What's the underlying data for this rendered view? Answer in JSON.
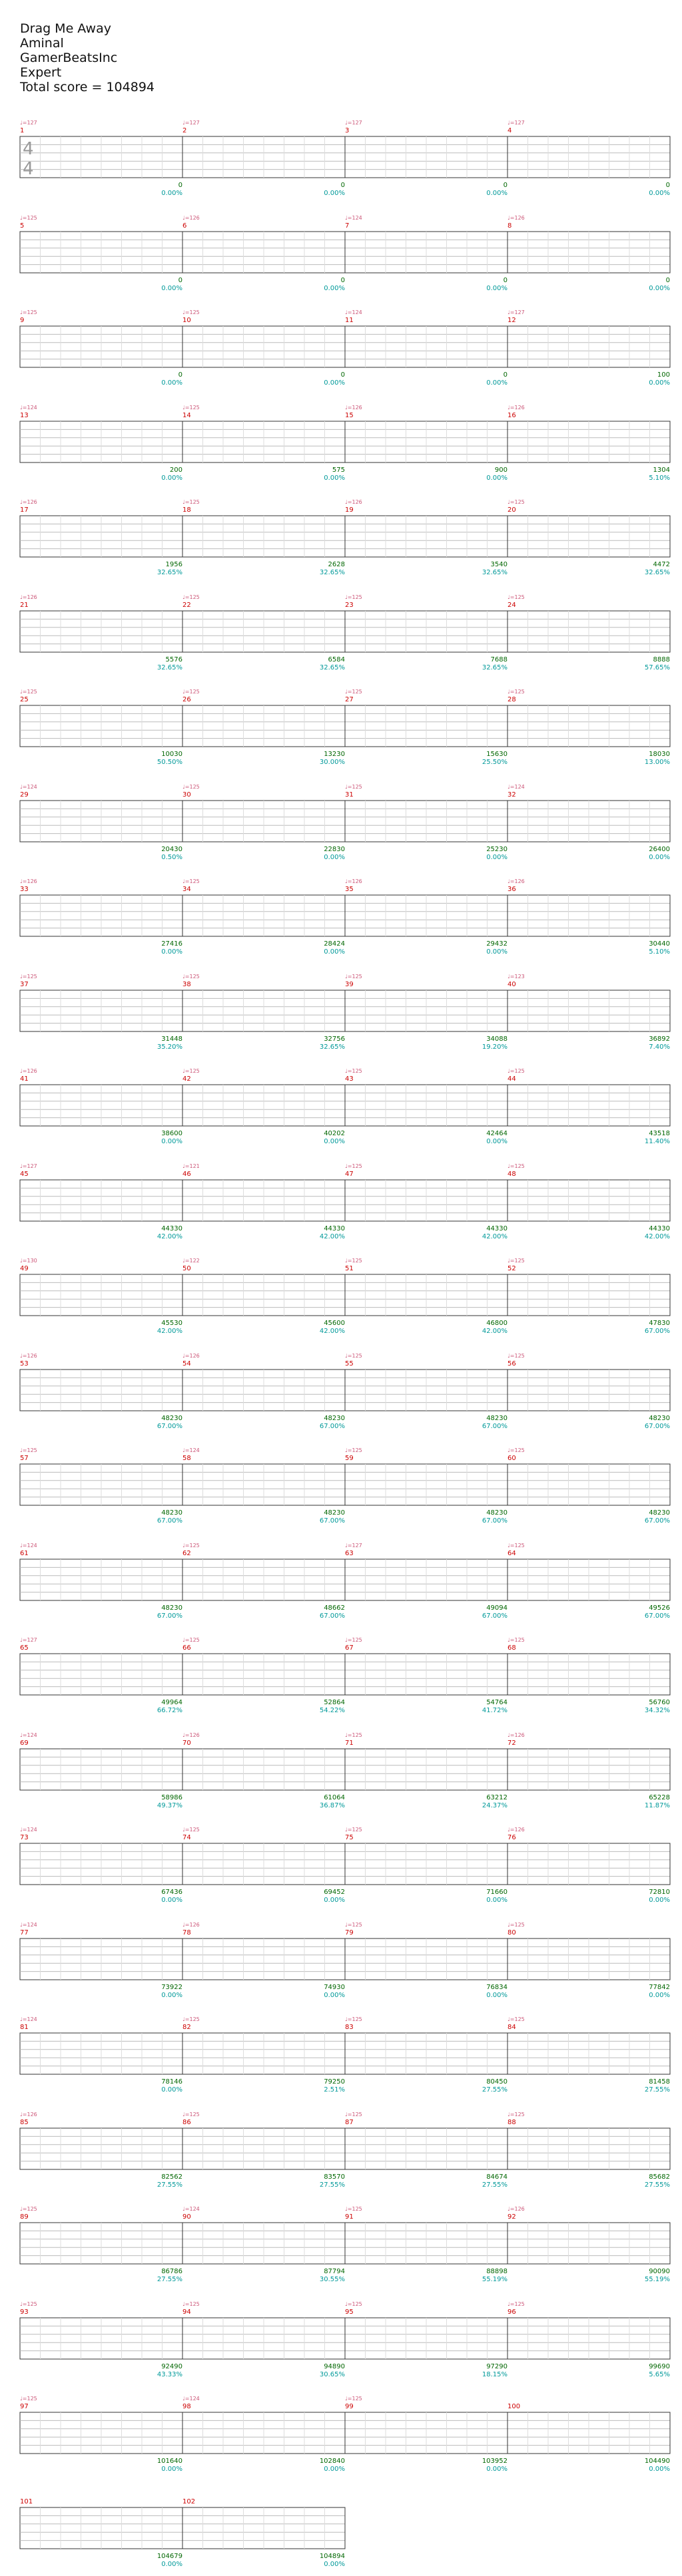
{
  "song": {
    "title": "Drag Me Away",
    "artist": "Aminal",
    "charter": "GamerBeatsInc",
    "difficulty": "Expert",
    "total_score_label": "Total score = 104894"
  },
  "colors": {
    "green_fret": "#22cc22",
    "red_fret": "#dd1111",
    "yellow_fret": "#eeee00",
    "blue_fret": "#1111dd",
    "orange_fret": "#ff9900",
    "star_power": "#88ee88",
    "solo": "#8888ee",
    "measure_number": "#cc0000",
    "tempo": "#cc5577",
    "score": "#006600",
    "percent": "#009999"
  },
  "chart_data": {
    "type": "table",
    "time_signature": "4/4",
    "measures": [
      {
        "n": "1",
        "tempo": "♩=127",
        "score": "0",
        "pct": "0.00%"
      },
      {
        "n": "2",
        "tempo": "♩=127",
        "score": "0",
        "pct": "0.00%"
      },
      {
        "n": "3",
        "tempo": "♩=127",
        "score": "0",
        "pct": "0.00%"
      },
      {
        "n": "4",
        "tempo": "♩=127",
        "score": "0",
        "pct": "0.00%"
      },
      {
        "n": "5",
        "tempo": "♩=125",
        "score": "0",
        "pct": "0.00%"
      },
      {
        "n": "6",
        "tempo": "♩=126",
        "score": "0",
        "pct": "0.00%"
      },
      {
        "n": "7",
        "tempo": "♩=124",
        "score": "0",
        "pct": "0.00%"
      },
      {
        "n": "8",
        "tempo": "♩=126",
        "score": "0",
        "pct": "0.00%"
      },
      {
        "n": "9",
        "tempo": "♩=125",
        "score": "0",
        "pct": "0.00%"
      },
      {
        "n": "10",
        "tempo": "♩=125",
        "score": "0",
        "pct": "0.00%"
      },
      {
        "n": "11",
        "tempo": "♩=124",
        "score": "0",
        "pct": "0.00%"
      },
      {
        "n": "12",
        "tempo": "♩=127",
        "score": "100",
        "pct": "0.00%"
      },
      {
        "n": "13",
        "tempo": "♩=124",
        "score": "200",
        "pct": "0.00%"
      },
      {
        "n": "14",
        "tempo": "♩=125",
        "score": "575",
        "pct": "0.00%"
      },
      {
        "n": "15",
        "tempo": "♩=126",
        "score": "900",
        "pct": "0.00%"
      },
      {
        "n": "16",
        "tempo": "♩=126",
        "score": "1304",
        "pct": "5.10%"
      },
      {
        "n": "17",
        "tempo": "♩=126",
        "score": "1956",
        "pct": "32.65%"
      },
      {
        "n": "18",
        "tempo": "♩=125",
        "score": "2628",
        "pct": "32.65%"
      },
      {
        "n": "19",
        "tempo": "♩=126",
        "score": "3540",
        "pct": "32.65%"
      },
      {
        "n": "20",
        "tempo": "♩=125",
        "score": "4472",
        "pct": "32.65%"
      },
      {
        "n": "21",
        "tempo": "♩=126",
        "score": "5576",
        "pct": "32.65%"
      },
      {
        "n": "22",
        "tempo": "♩=125",
        "score": "6584",
        "pct": "32.65%"
      },
      {
        "n": "23",
        "tempo": "♩=125",
        "score": "7688",
        "pct": "32.65%"
      },
      {
        "n": "24",
        "tempo": "♩=125",
        "score": "8888",
        "pct": "57.65%"
      },
      {
        "n": "25",
        "tempo": "♩=125",
        "score": "10030",
        "pct": "50.50%"
      },
      {
        "n": "26",
        "tempo": "♩=125",
        "score": "13230",
        "pct": "30.00%"
      },
      {
        "n": "27",
        "tempo": "♩=125",
        "score": "15630",
        "pct": "25.50%"
      },
      {
        "n": "28",
        "tempo": "♩=125",
        "score": "18030",
        "pct": "13.00%"
      },
      {
        "n": "29",
        "tempo": "♩=124",
        "score": "20430",
        "pct": "0.50%"
      },
      {
        "n": "30",
        "tempo": "♩=125",
        "score": "22830",
        "pct": "0.00%"
      },
      {
        "n": "31",
        "tempo": "♩=125",
        "score": "25230",
        "pct": "0.00%"
      },
      {
        "n": "32",
        "tempo": "♩=124",
        "score": "26400",
        "pct": "0.00%"
      },
      {
        "n": "33",
        "tempo": "♩=126",
        "score": "27416",
        "pct": "0.00%"
      },
      {
        "n": "34",
        "tempo": "♩=125",
        "score": "28424",
        "pct": "0.00%"
      },
      {
        "n": "35",
        "tempo": "♩=126",
        "score": "29432",
        "pct": "0.00%"
      },
      {
        "n": "36",
        "tempo": "♩=126",
        "score": "30440",
        "pct": "5.10%"
      },
      {
        "n": "37",
        "tempo": "♩=125",
        "score": "31448",
        "pct": "35.20%"
      },
      {
        "n": "38",
        "tempo": "♩=125",
        "score": "32756",
        "pct": "32.65%"
      },
      {
        "n": "39",
        "tempo": "♩=125",
        "score": "34088",
        "pct": "19.20%"
      },
      {
        "n": "40",
        "tempo": "♩=123",
        "score": "36892",
        "pct": "7.40%"
      },
      {
        "n": "41",
        "tempo": "♩=126",
        "score": "38600",
        "pct": "0.00%"
      },
      {
        "n": "42",
        "tempo": "♩=125",
        "score": "40202",
        "pct": "0.00%"
      },
      {
        "n": "43",
        "tempo": "♩=125",
        "score": "42464",
        "pct": "0.00%"
      },
      {
        "n": "44",
        "tempo": "♩=125",
        "score": "43518",
        "pct": "11.40%"
      },
      {
        "n": "45",
        "tempo": "♩=127",
        "score": "44330",
        "pct": "42.00%"
      },
      {
        "n": "46",
        "tempo": "♩=121",
        "score": "44330",
        "pct": "42.00%"
      },
      {
        "n": "47",
        "tempo": "♩=125",
        "score": "44330",
        "pct": "42.00%"
      },
      {
        "n": "48",
        "tempo": "♩=125",
        "score": "44330",
        "pct": "42.00%"
      },
      {
        "n": "49",
        "tempo": "♩=130",
        "score": "45530",
        "pct": "42.00%"
      },
      {
        "n": "50",
        "tempo": "♩=122",
        "score": "45600",
        "pct": "42.00%"
      },
      {
        "n": "51",
        "tempo": "♩=125",
        "score": "46800",
        "pct": "42.00%"
      },
      {
        "n": "52",
        "tempo": "♩=125",
        "score": "47830",
        "pct": "67.00%"
      },
      {
        "n": "53",
        "tempo": "♩=126",
        "score": "48230",
        "pct": "67.00%"
      },
      {
        "n": "54",
        "tempo": "♩=126",
        "score": "48230",
        "pct": "67.00%"
      },
      {
        "n": "55",
        "tempo": "♩=125",
        "score": "48230",
        "pct": "67.00%"
      },
      {
        "n": "56",
        "tempo": "♩=125",
        "score": "48230",
        "pct": "67.00%"
      },
      {
        "n": "57",
        "tempo": "♩=125",
        "score": "48230",
        "pct": "67.00%"
      },
      {
        "n": "58",
        "tempo": "♩=124",
        "score": "48230",
        "pct": "67.00%"
      },
      {
        "n": "59",
        "tempo": "♩=125",
        "score": "48230",
        "pct": "67.00%"
      },
      {
        "n": "60",
        "tempo": "♩=125",
        "score": "48230",
        "pct": "67.00%"
      },
      {
        "n": "61",
        "tempo": "♩=124",
        "score": "48230",
        "pct": "67.00%"
      },
      {
        "n": "62",
        "tempo": "♩=125",
        "score": "48662",
        "pct": "67.00%"
      },
      {
        "n": "63",
        "tempo": "♩=127",
        "score": "49094",
        "pct": "67.00%"
      },
      {
        "n": "64",
        "tempo": "♩=125",
        "score": "49526",
        "pct": "67.00%"
      },
      {
        "n": "65",
        "tempo": "♩=127",
        "score": "49964",
        "pct": "66.72%"
      },
      {
        "n": "66",
        "tempo": "♩=125",
        "score": "52864",
        "pct": "54.22%"
      },
      {
        "n": "67",
        "tempo": "♩=125",
        "score": "54764",
        "pct": "41.72%"
      },
      {
        "n": "68",
        "tempo": "♩=125",
        "score": "56760",
        "pct": "34.32%"
      },
      {
        "n": "69",
        "tempo": "♩=124",
        "score": "58986",
        "pct": "49.37%"
      },
      {
        "n": "70",
        "tempo": "♩=126",
        "score": "61064",
        "pct": "36.87%"
      },
      {
        "n": "71",
        "tempo": "♩=125",
        "score": "63212",
        "pct": "24.37%"
      },
      {
        "n": "72",
        "tempo": "♩=126",
        "score": "65228",
        "pct": "11.87%"
      },
      {
        "n": "73",
        "tempo": "♩=124",
        "score": "67436",
        "pct": "0.00%"
      },
      {
        "n": "74",
        "tempo": "♩=125",
        "score": "69452",
        "pct": "0.00%"
      },
      {
        "n": "75",
        "tempo": "♩=125",
        "score": "71660",
        "pct": "0.00%"
      },
      {
        "n": "76",
        "tempo": "♩=126",
        "score": "72810",
        "pct": "0.00%"
      },
      {
        "n": "77",
        "tempo": "♩=124",
        "score": "73922",
        "pct": "0.00%"
      },
      {
        "n": "78",
        "tempo": "♩=126",
        "score": "74930",
        "pct": "0.00%"
      },
      {
        "n": "79",
        "tempo": "♩=125",
        "score": "76834",
        "pct": "0.00%"
      },
      {
        "n": "80",
        "tempo": "♩=125",
        "score": "77842",
        "pct": "0.00%"
      },
      {
        "n": "81",
        "tempo": "♩=124",
        "score": "78146",
        "pct": "0.00%"
      },
      {
        "n": "82",
        "tempo": "♩=125",
        "score": "79250",
        "pct": "2.51%"
      },
      {
        "n": "83",
        "tempo": "♩=125",
        "score": "80450",
        "pct": "27.55%"
      },
      {
        "n": "84",
        "tempo": "♩=125",
        "score": "81458",
        "pct": "27.55%"
      },
      {
        "n": "85",
        "tempo": "♩=126",
        "score": "82562",
        "pct": "27.55%"
      },
      {
        "n": "86",
        "tempo": "♩=125",
        "score": "83570",
        "pct": "27.55%"
      },
      {
        "n": "87",
        "tempo": "♩=125",
        "score": "84674",
        "pct": "27.55%"
      },
      {
        "n": "88",
        "tempo": "♩=125",
        "score": "85682",
        "pct": "27.55%"
      },
      {
        "n": "89",
        "tempo": "♩=125",
        "score": "86786",
        "pct": "27.55%"
      },
      {
        "n": "90",
        "tempo": "♩=124",
        "score": "87794",
        "pct": "30.55%"
      },
      {
        "n": "91",
        "tempo": "♩=125",
        "score": "88898",
        "pct": "55.19%"
      },
      {
        "n": "92",
        "tempo": "♩=126",
        "score": "90090",
        "pct": "55.19%"
      },
      {
        "n": "93",
        "tempo": "♩=125",
        "score": "92490",
        "pct": "43.33%"
      },
      {
        "n": "94",
        "tempo": "♩=125",
        "score": "94890",
        "pct": "30.65%"
      },
      {
        "n": "95",
        "tempo": "♩=125",
        "score": "97290",
        "pct": "18.15%"
      },
      {
        "n": "96",
        "tempo": "♩=125",
        "score": "99690",
        "pct": "5.65%"
      },
      {
        "n": "97",
        "tempo": "♩=125",
        "score": "101640",
        "pct": "0.00%"
      },
      {
        "n": "98",
        "tempo": "♩=124",
        "score": "102840",
        "pct": "0.00%"
      },
      {
        "n": "99",
        "tempo": "♩=125",
        "score": "103952",
        "pct": "0.00%"
      },
      {
        "n": "100",
        "tempo": "",
        "score": "104490",
        "pct": "0.00%"
      },
      {
        "n": "101",
        "tempo": "",
        "score": "104679",
        "pct": "0.00%"
      },
      {
        "n": "102",
        "tempo": "",
        "score": "104894",
        "pct": "0.00%"
      }
    ]
  }
}
